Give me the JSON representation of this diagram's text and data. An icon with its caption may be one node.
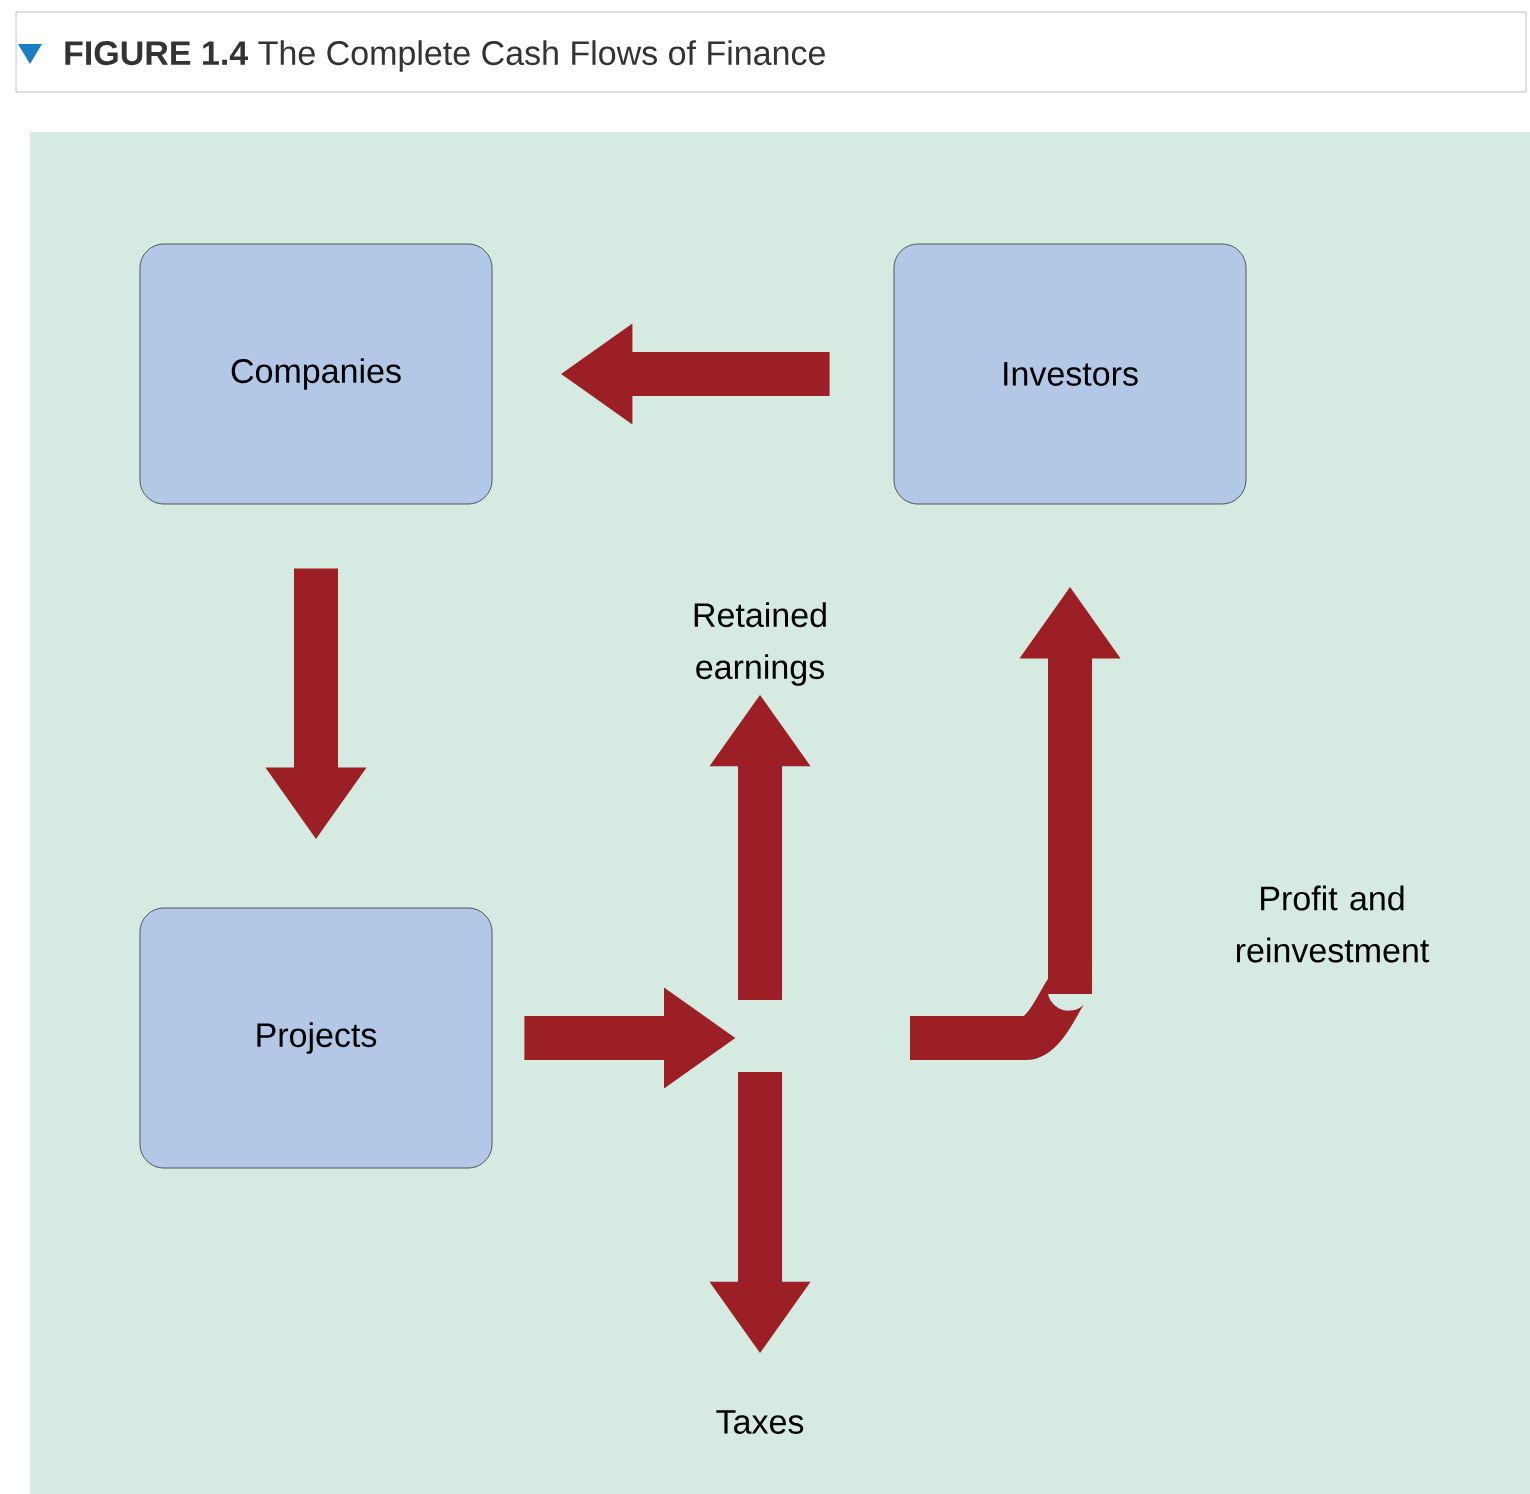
{
  "diagram": {
    "title": "**FIGURE 1.4** The Complete Cash Flows of Finance",
    "nodes": [
      {
        "text": [
          "Companies"
        ]
      },
      {
        "text": [
          "Investors"
        ]
      },
      {
        "text": [
          "Projects"
        ]
      },
      {
        "text": [
          "Retained earnings"
        ]
      },
      {
        "text": [
          "Taxes"
        ]
      }
    ],
    "edges": [
      {
        "from": 1,
        "to": 0,
        "arrow": "to"
      },
      {
        "from": 0,
        "to": 2,
        "arrow": "to"
      },
      {
        "from": 2,
        "to": null,
        "arrow": "to"
      },
      {
        "from": null,
        "to": 3,
        "arrow": "to"
      },
      {
        "from": null,
        "to": 4,
        "arrow": "to"
      },
      {
        "from": null,
        "to": 1,
        "arrow": "to",
        "label": "Profit and reinvestment"
      }
    ]
  }
}
